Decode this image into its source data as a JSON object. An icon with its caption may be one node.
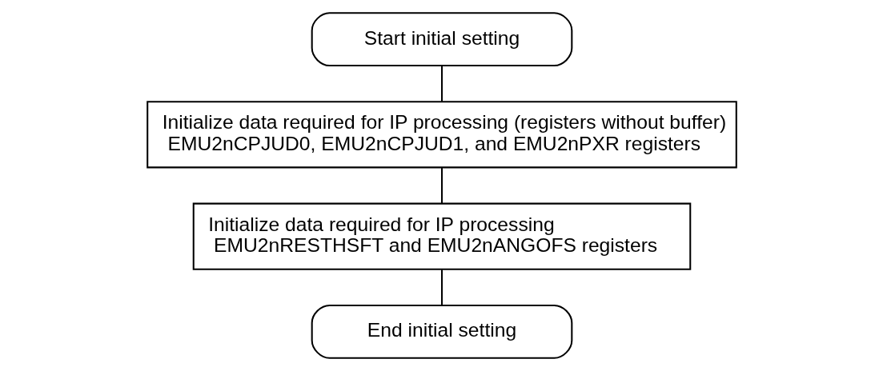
{
  "diagram": {
    "nodes": [
      {
        "text": [
          "Start initial setting"
        ]
      },
      {
        "text": [
          "Initialize data required for IP processing (registers without buffer)",
          "EMU2nCPJUD0, EMU2nCPJUD1, and EMU2nPXR registers"
        ]
      },
      {
        "text": [
          "Initialize data required for IP processing",
          "EMU2nRESTHSFT and EMU2nANGOFS registers"
        ]
      },
      {
        "text": [
          "End initial setting"
        ]
      }
    ],
    "edges": [
      {
        "from": 0,
        "to": 1,
        "arrow": "none"
      },
      {
        "from": 1,
        "to": 2,
        "arrow": "none"
      },
      {
        "from": 2,
        "to": 3,
        "arrow": "none"
      }
    ]
  }
}
